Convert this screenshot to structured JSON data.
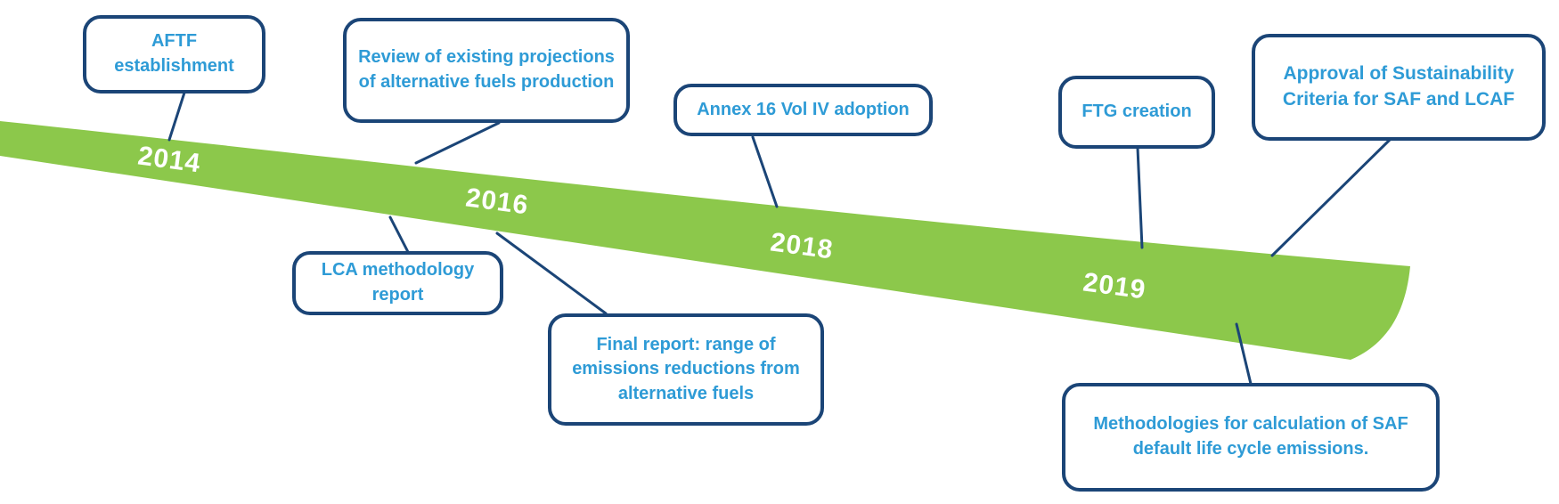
{
  "title": "SAF/LCAF timeline diagram",
  "colors": {
    "band_green": "#8CC84B",
    "connector_navy": "#1B4577",
    "box_border_navy": "#1B4577",
    "label_blue": "#2E9BD6",
    "year_text_white": "#FFFFFF"
  },
  "timeline": {
    "years": [
      {
        "label": "2014"
      },
      {
        "label": "2016"
      },
      {
        "label": "2018"
      },
      {
        "label": "2019"
      }
    ]
  },
  "events": [
    {
      "label": "AFTF establishment"
    },
    {
      "label": "Review of existing projections of alternative fuels production"
    },
    {
      "label": "LCA methodology report"
    },
    {
      "label": "Final report: range of emissions reductions from alternative fuels"
    },
    {
      "label": "Annex 16 Vol IV adoption"
    },
    {
      "label": "FTG creation"
    },
    {
      "label": "Methodologies for calculation of SAF default life cycle emissions."
    },
    {
      "label": "Approval of Sustainability Criteria for SAF and LCAF"
    }
  ]
}
